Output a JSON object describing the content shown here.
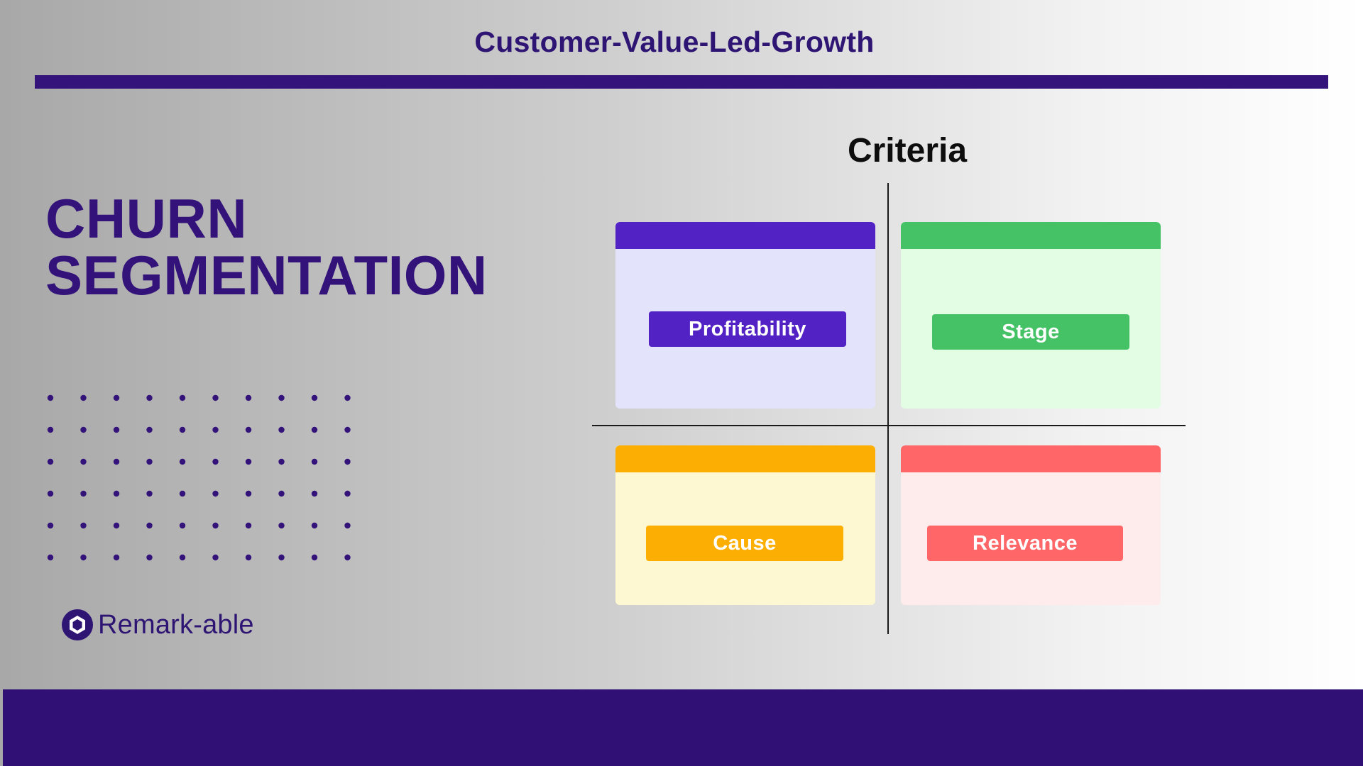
{
  "header": {
    "title": "Customer-Value-Led-Growth"
  },
  "heading": {
    "line1": "CHURN",
    "line2": "SEGMENTATION"
  },
  "brand": {
    "name": "Remark-able",
    "icon": "hexagon-ring-logo-icon"
  },
  "diagram": {
    "title": "Criteria",
    "quadrants": [
      {
        "label": "Profitability",
        "color": "#5322c5",
        "fill": "#e3e4fc"
      },
      {
        "label": "Stage",
        "color": "#45c265",
        "fill": "#e2fde4"
      },
      {
        "label": "Cause",
        "color": "#fdae02",
        "fill": "#fef8d2"
      },
      {
        "label": "Relevance",
        "color": "#fe6668",
        "fill": "#feecec"
      }
    ]
  },
  "colors": {
    "brand_dark": "#311076",
    "title_text": "#2e1574"
  },
  "dot_grid": {
    "rows": 6,
    "cols": 10,
    "color": "#33137a"
  }
}
